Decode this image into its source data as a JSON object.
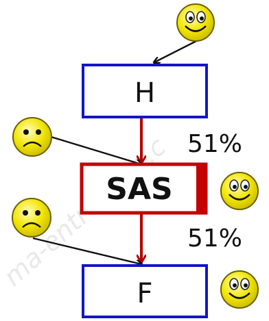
{
  "watermark": "ma-entreprise.c",
  "nodes": {
    "holding": {
      "label": "H",
      "border": "#1515c8"
    },
    "sas": {
      "label": "SAS",
      "border": "#c40000"
    },
    "subsidiary": {
      "label": "F",
      "border": "#1515c8"
    }
  },
  "ownership": {
    "h_to_sas": "51%",
    "sas_to_f": "51%"
  },
  "colors": {
    "arrow_red": "#b00000",
    "arrow_black": "#111111",
    "face_fill": "#f2e600",
    "face_stroke": "#6a6000"
  },
  "faces": [
    {
      "role": "investor-h",
      "mood": "happy"
    },
    {
      "role": "investor-sas",
      "mood": "sad"
    },
    {
      "role": "sas",
      "mood": "happy"
    },
    {
      "role": "investor-f",
      "mood": "sad"
    },
    {
      "role": "f",
      "mood": "happy"
    }
  ]
}
